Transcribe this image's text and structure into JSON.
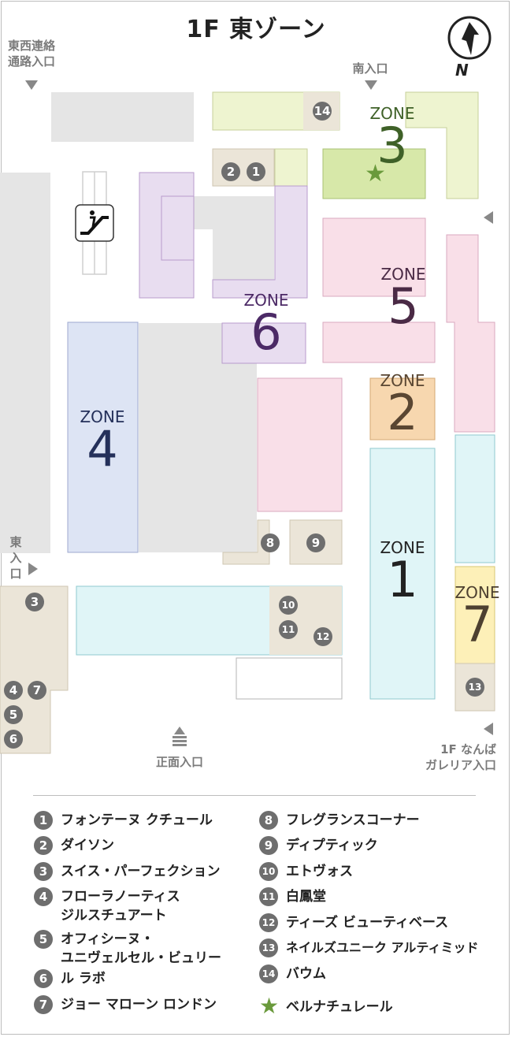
{
  "title": "1F 東ゾーン",
  "compass": {
    "label": "N"
  },
  "entrances": {
    "east_west": [
      "東西連絡",
      "通路入口"
    ],
    "south": "南入口",
    "east": [
      "東",
      "入",
      "口"
    ],
    "front": "正面入口",
    "namba": [
      "1F なんば",
      "ガレリア入口"
    ]
  },
  "zones": {
    "z1": {
      "word": "ZONE",
      "num": "1"
    },
    "z2": {
      "word": "ZONE",
      "num": "2"
    },
    "z3": {
      "word": "ZONE",
      "num": "3"
    },
    "z4": {
      "word": "ZONE",
      "num": "4"
    },
    "z5": {
      "word": "ZONE",
      "num": "5"
    },
    "z6": {
      "word": "ZONE",
      "num": "6"
    },
    "z7": {
      "word": "ZONE",
      "num": "7"
    }
  },
  "colors": {
    "z1": "#e0f5f7",
    "z2": "#f7d7af",
    "z3": "#d7e8a9",
    "z3_light": "#eef4d0",
    "z4": "#dde4f4",
    "z5": "#f9dfe8",
    "z6": "#e8ddf0",
    "z7": "#fdf0b8",
    "shop": "#ebe5d8",
    "gray": "#e5e5e5",
    "z1_text": "#222222",
    "z2_text": "#5a4632",
    "z3_text": "#3f6128",
    "z4_text": "#24305a",
    "z5_text": "#4a2a45",
    "z6_text": "#4c2a66",
    "z7_text": "#4d4030",
    "star": "#6a9a3c"
  },
  "map_badges": {
    "b1": "1",
    "b2": "2",
    "b3": "3",
    "b4": "4",
    "b5": "5",
    "b6": "6",
    "b7": "7",
    "b8": "8",
    "b9": "9",
    "b10": "10",
    "b11": "11",
    "b12": "12",
    "b13": "13",
    "b14": "14"
  },
  "legend": {
    "left": [
      {
        "num": "1",
        "name": [
          "フォンテーヌ クチュール"
        ]
      },
      {
        "num": "2",
        "name": [
          "ダイソン"
        ]
      },
      {
        "num": "3",
        "name": [
          "スイス・パーフェクション"
        ]
      },
      {
        "num": "4",
        "name": [
          "フローラノーティス",
          "ジルスチュアート"
        ]
      },
      {
        "num": "5",
        "name": [
          "オフィシーヌ・",
          "ユニヴェルセル・ビュリー"
        ]
      },
      {
        "num": "6",
        "name": [
          "ル ラボ"
        ]
      },
      {
        "num": "7",
        "name": [
          "ジョー マローン ロンドン"
        ]
      }
    ],
    "right": [
      {
        "num": "8",
        "name": [
          "フレグランスコーナー"
        ]
      },
      {
        "num": "9",
        "name": [
          "ディプティック"
        ]
      },
      {
        "num": "10",
        "name": [
          "エトヴォス"
        ]
      },
      {
        "num": "11",
        "name": [
          "白鳳堂"
        ]
      },
      {
        "num": "12",
        "name": [
          "ティーズ ビューティベース"
        ]
      },
      {
        "num": "13",
        "name": [
          "ネイルズユニーク アルティミッド"
        ]
      },
      {
        "num": "14",
        "name": [
          "バウム"
        ]
      }
    ],
    "star_label": "ベルナチュレール"
  }
}
